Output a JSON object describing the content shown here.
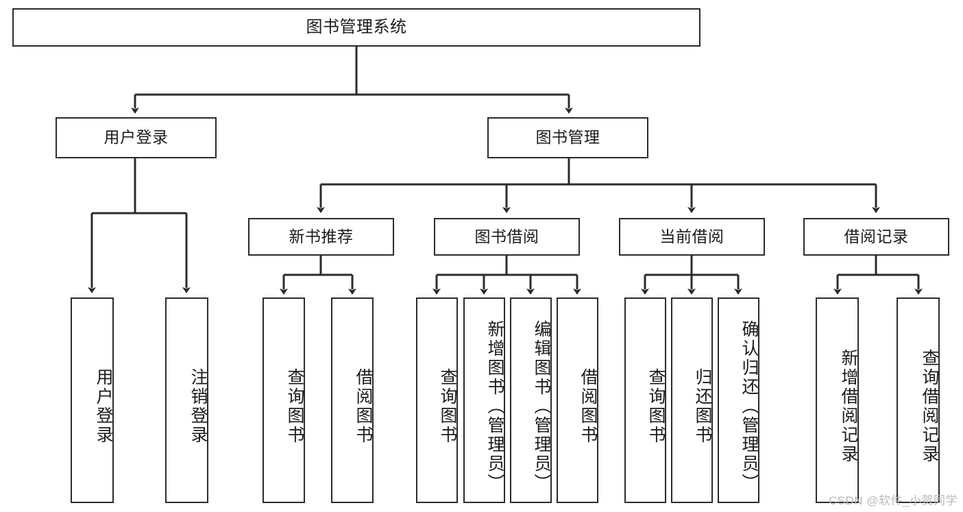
{
  "diagram": {
    "title": "图书管理系统",
    "type": "hierarchy-tree",
    "watermark": "CSDN @软件_小贺同学",
    "colors": {
      "background": "#ffffff",
      "node_fill": "#ffffff",
      "node_border": "#2b2b2b",
      "edge": "#2b2b2b",
      "text": "#1b1b1b",
      "watermark": "#b9b9b9"
    }
  },
  "nodes": {
    "root": {
      "label": "图书管理系统",
      "orientation": "horizontal"
    },
    "level2": [
      {
        "id": "user-login",
        "label": "用户登录",
        "orientation": "horizontal"
      },
      {
        "id": "book-manage",
        "label": "图书管理",
        "orientation": "horizontal"
      }
    ],
    "level3": [
      {
        "id": "new-book-recommend",
        "label": "新书推荐",
        "orientation": "horizontal"
      },
      {
        "id": "book-borrow",
        "label": "图书借阅",
        "orientation": "horizontal"
      },
      {
        "id": "current-borrow",
        "label": "当前借阅",
        "orientation": "horizontal"
      },
      {
        "id": "borrow-record",
        "label": "借阅记录",
        "orientation": "horizontal"
      }
    ],
    "leaves": [
      {
        "id": "leaf-user-login",
        "label": "用户登录",
        "parent": "user-login",
        "orientation": "vertical"
      },
      {
        "id": "leaf-logout-login",
        "label": "注销登录",
        "parent": "user-login",
        "orientation": "vertical"
      },
      {
        "id": "leaf-query-book-1",
        "label": "查询图书",
        "parent": "new-book-recommend",
        "orientation": "vertical"
      },
      {
        "id": "leaf-borrow-book-1",
        "label": "借阅图书",
        "parent": "new-book-recommend",
        "orientation": "vertical"
      },
      {
        "id": "leaf-query-book-2",
        "label": "查询图书",
        "parent": "book-borrow",
        "orientation": "vertical"
      },
      {
        "id": "leaf-add-book",
        "label": "新增图书（管理员）",
        "parent": "book-borrow",
        "orientation": "vertical"
      },
      {
        "id": "leaf-edit-book",
        "label": "编辑图书（管理员）",
        "parent": "book-borrow",
        "orientation": "vertical"
      },
      {
        "id": "leaf-borrow-book-2",
        "label": "借阅图书",
        "parent": "book-borrow",
        "orientation": "vertical"
      },
      {
        "id": "leaf-query-book-3",
        "label": "查询图书",
        "parent": "current-borrow",
        "orientation": "vertical"
      },
      {
        "id": "leaf-return-book",
        "label": "归还图书",
        "parent": "current-borrow",
        "orientation": "vertical"
      },
      {
        "id": "leaf-confirm-return",
        "label": "确认归还（管理员）",
        "parent": "current-borrow",
        "orientation": "vertical"
      },
      {
        "id": "leaf-add-record",
        "label": "新增借阅记录",
        "parent": "borrow-record",
        "orientation": "vertical"
      },
      {
        "id": "leaf-query-record",
        "label": "查询借阅记录",
        "parent": "borrow-record",
        "orientation": "vertical"
      }
    ]
  }
}
